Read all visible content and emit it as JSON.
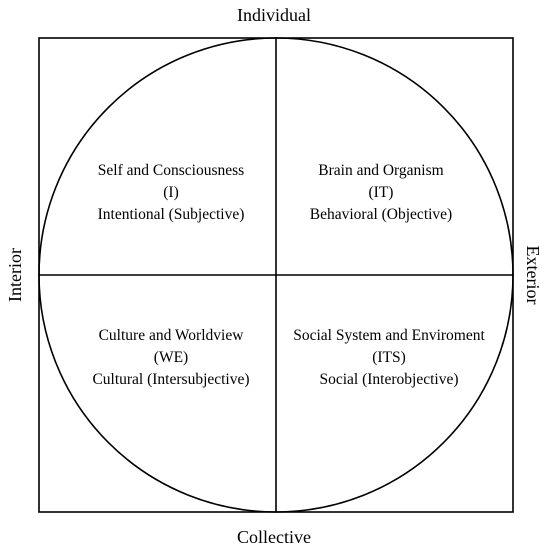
{
  "axes": {
    "top": "Individual",
    "bottom": "Collective",
    "left": "Interior",
    "right": "Exterior"
  },
  "quadrants": {
    "upper_left": {
      "title": "Self and Consciousness",
      "code": "(I)",
      "type": "Intentional (Subjective)"
    },
    "upper_right": {
      "title": "Brain and Organism",
      "code": "(IT)",
      "type": "Behavioral (Objective)"
    },
    "lower_left": {
      "title": "Culture and Worldview",
      "code": "(WE)",
      "type": "Cultural (Intersubjective)"
    },
    "lower_right": {
      "title": "Social System and Enviroment",
      "code": "(ITS)",
      "type": "Social (Interobjective)"
    }
  },
  "colors": {
    "stroke": "#000000",
    "background": "#ffffff"
  }
}
